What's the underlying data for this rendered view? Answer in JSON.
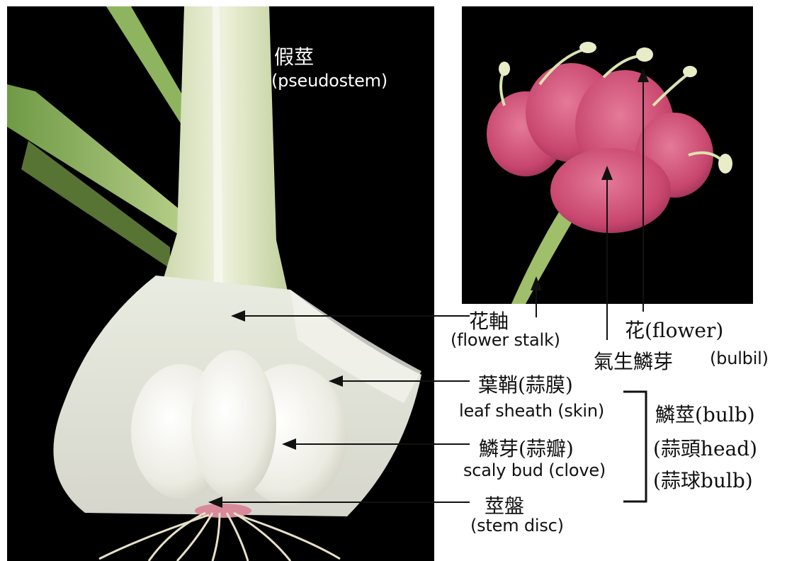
{
  "labels": {
    "pseudostem_cn": "假莖",
    "pseudostem_en": "(pseudostem)",
    "flower_stalk_cn": "花軸",
    "flower_stalk_en": "(flower stalk)",
    "flower": "花(flower)",
    "bulbil_cn": "氣生鱗芽",
    "bulbil_en": "(bulbil)",
    "leaf_sheath_cn": "葉鞘(蒜膜)",
    "leaf_sheath_en": "leaf sheath (skin)",
    "scaly_bud_cn": "鱗芽(蒜瓣)",
    "scaly_bud_en": "scaly bud (clove)",
    "stem_disc_cn": "莖盤",
    "stem_disc_en": "(stem disc)",
    "bulb_1": "鱗莖(bulb)",
    "bulb_2": "(蒜頭head)",
    "bulb_3": "(蒜球bulb)"
  },
  "colors": {
    "background": "#ffffff",
    "photo_background": "#000000",
    "arrow": "#111111",
    "bulbil_pink": "#c8466e"
  }
}
